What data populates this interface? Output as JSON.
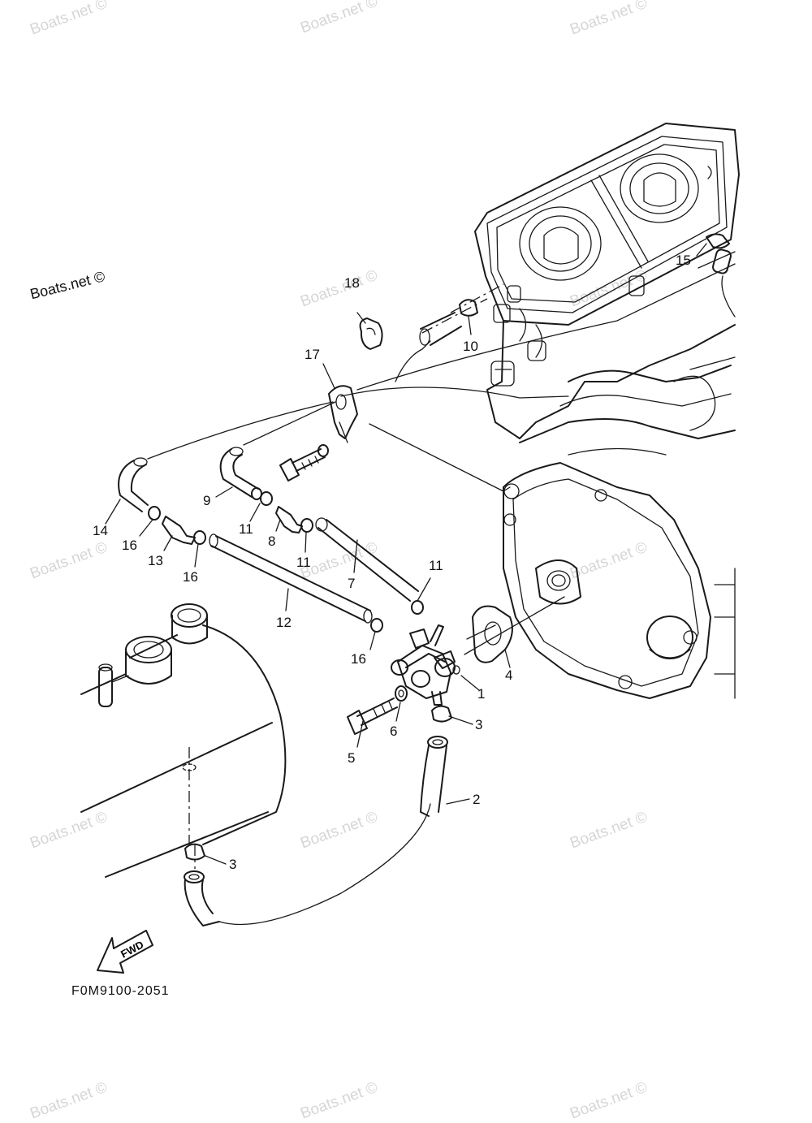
{
  "watermark_text": "Boats.net ©",
  "brand_text": "Boats.net ©",
  "figure_code": "F0M9100-2051",
  "fwd_arrow_text": "FWD",
  "callouts": {
    "c1": "1",
    "c2": "2",
    "c3a": "3",
    "c3b": "3",
    "c4": "4",
    "c5": "5",
    "c6": "6",
    "c7": "7",
    "c8": "8",
    "c9": "9",
    "c10": "10",
    "c11a": "11",
    "c11b": "11",
    "c11c": "11",
    "c12": "12",
    "c13": "13",
    "c14": "14",
    "c15": "15",
    "c16a": "16",
    "c16b": "16",
    "c16c": "16",
    "c17": "17",
    "c18": "18"
  }
}
